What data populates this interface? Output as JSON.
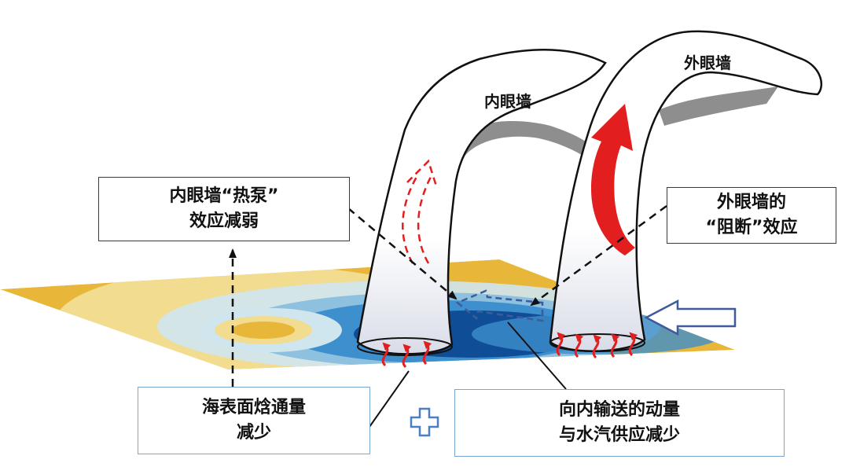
{
  "diagram": {
    "labels": {
      "inner_wall": "内眼墙",
      "outer_wall": "外眼墙",
      "heat_pump_line1": "内眼墙“热泵”",
      "heat_pump_line2": "效应减弱",
      "blocking_line1": "外眼墙的",
      "blocking_line2": "“阻断”效应",
      "enthalpy_line1": "海表面焓通量",
      "enthalpy_line2": "减少",
      "inflow_line1": "向内输送的动量",
      "inflow_line2": "与水汽供应减少"
    },
    "colors": {
      "sst_warm": "#e8b73a",
      "sst_light": "#f2dc8f",
      "sst_cool": "#cfe6ef",
      "sst_blue": "#3d8fcd",
      "sst_dark": "#0f4e96",
      "arrow_red": "#e31e1e",
      "dashed_blue": "#3e5b9a",
      "box_blue_border": "#7aa6d6",
      "plus_blue": "#4a7fc0"
    },
    "icons": [
      "dashed-up-arrow-icon",
      "solid-up-arrow-icon",
      "hollow-inflow-arrow-icon",
      "plus-icon"
    ]
  }
}
